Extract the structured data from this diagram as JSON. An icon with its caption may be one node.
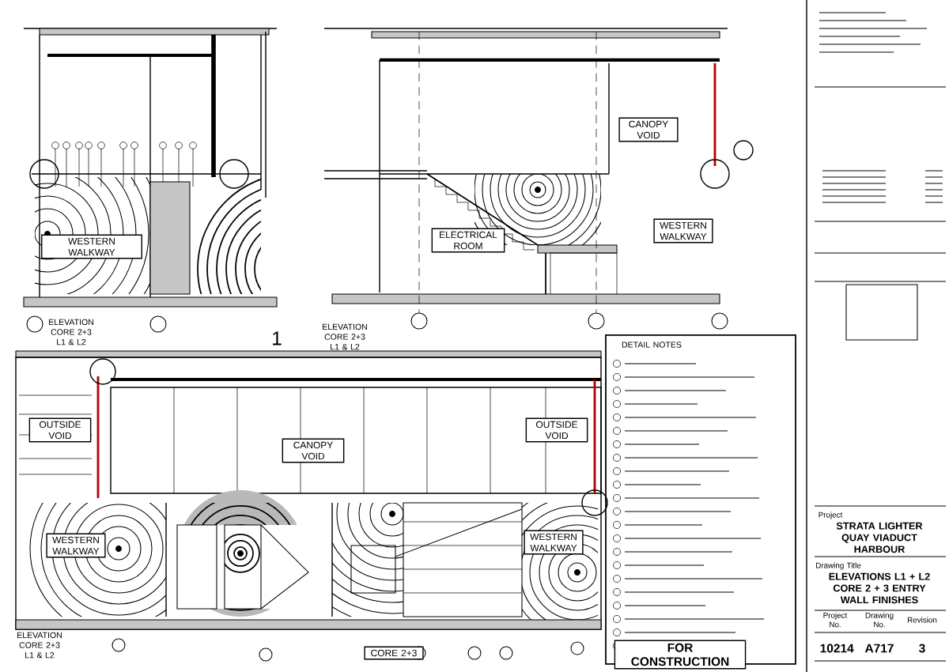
{
  "diagram": {
    "title": "ELEVATIONS L1 + L2 CORE 2 + 3 ENTRY WALL FINISHES",
    "nodes": [
      {
        "text": [
          "WESTERN WALKWAY"
        ]
      },
      {
        "text": [
          "ELECTRICAL ROOM"
        ]
      },
      {
        "text": [
          "CANOPY VOID"
        ]
      },
      {
        "text": [
          "WESTERN WALKWAY"
        ]
      },
      {
        "text": [
          "OUTSIDE VOID"
        ]
      },
      {
        "text": [
          "CANOPY VOID"
        ]
      },
      {
        "text": [
          "WESTERN WALKWAY"
        ]
      },
      {
        "text": [
          "OUTSIDE VOID"
        ]
      },
      {
        "text": [
          "WESTERN WALKWAY"
        ]
      },
      {
        "text": [
          "CORE 2+3"
        ]
      },
      {
        "text": [
          "FOR CONSTRUCTION"
        ]
      }
    ],
    "labels": [
      "ELEVATION CORE 2+3 L1 & L2",
      "1",
      "ELEVATION CORE 2+3 L1 & L2",
      "ELEVATION CORE 2+3 L1 & L2",
      "DETAIL NOTES",
      "Project",
      "STRATA LIGHTER QUAY VIADUCT HARBOUR",
      "Drawing Title",
      "Project No.",
      "Drawing No.",
      "Revision",
      "10214",
      "A717",
      "3"
    ]
  }
}
